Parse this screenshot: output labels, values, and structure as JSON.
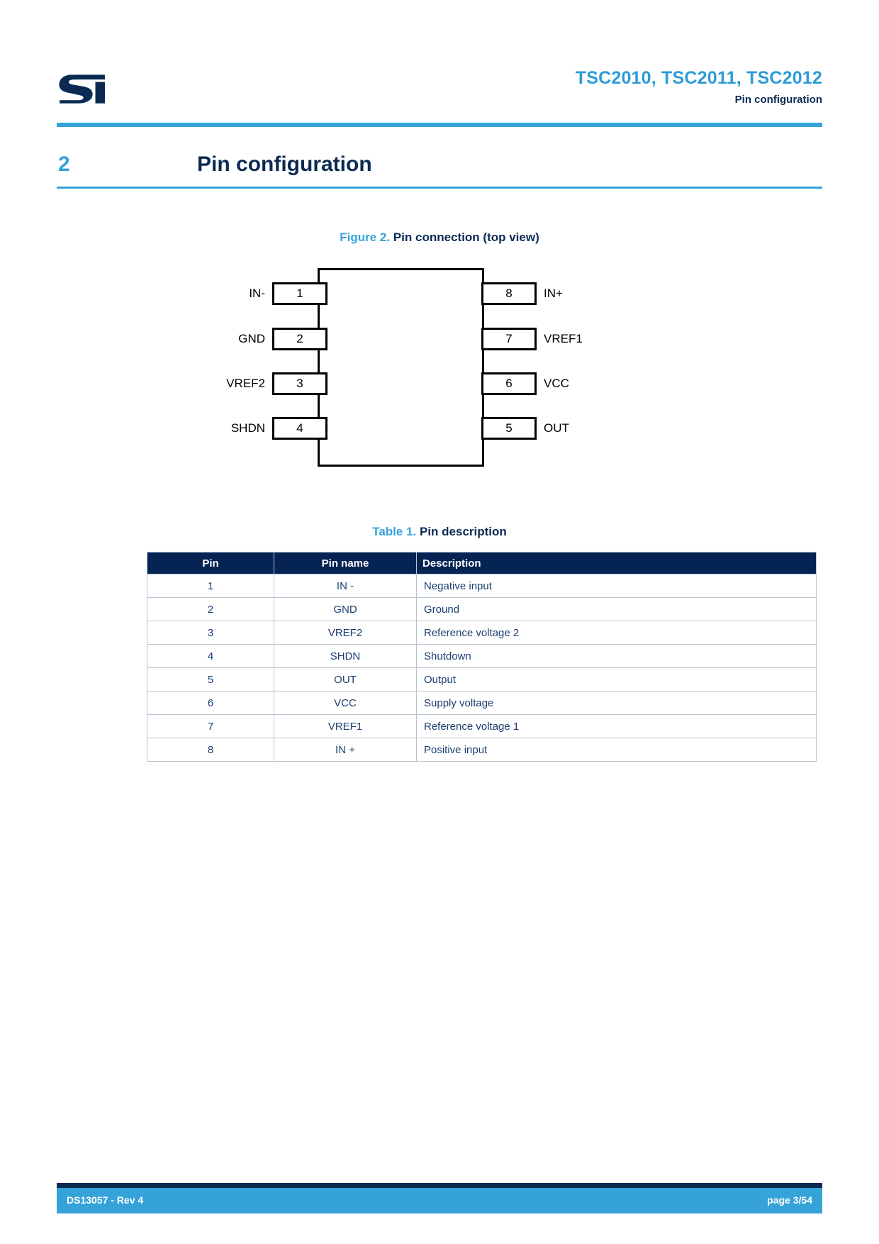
{
  "header": {
    "logo_name": "st-logo",
    "doc_title": "TSC2010, TSC2011, TSC2012",
    "section_title": "Pin configuration"
  },
  "section": {
    "number": "2",
    "title": "Pin configuration"
  },
  "figure": {
    "caption_label": "Figure 2.",
    "caption_text": "Pin connection (top view)",
    "left_pins": [
      {
        "number": "1",
        "label": "IN-"
      },
      {
        "number": "2",
        "label": "GND"
      },
      {
        "number": "3",
        "label": "VREF2"
      },
      {
        "number": "4",
        "label": "SHDN"
      }
    ],
    "right_pins": [
      {
        "number": "8",
        "label": "IN+"
      },
      {
        "number": "7",
        "label": "VREF1"
      },
      {
        "number": "6",
        "label": "VCC"
      },
      {
        "number": "5",
        "label": "OUT"
      }
    ]
  },
  "table": {
    "caption_label": "Table 1.",
    "caption_text": "Pin description",
    "columns": [
      "Pin",
      "Pin name",
      "Description"
    ],
    "rows": [
      {
        "pin": "1",
        "name": "IN -",
        "description": "Negative input"
      },
      {
        "pin": "2",
        "name": "GND",
        "description": "Ground"
      },
      {
        "pin": "3",
        "name": "VREF2",
        "description": "Reference voltage 2"
      },
      {
        "pin": "4",
        "name": "SHDN",
        "description": "Shutdown"
      },
      {
        "pin": "5",
        "name": "OUT",
        "description": "Output"
      },
      {
        "pin": "6",
        "name": "VCC",
        "description": "Supply voltage"
      },
      {
        "pin": "7",
        "name": "VREF1",
        "description": "Reference voltage 1"
      },
      {
        "pin": "8",
        "name": "IN +",
        "description": "Positive input"
      }
    ]
  },
  "footer": {
    "document_id": "DS13057 - Rev 4",
    "page_number": "page 3/54"
  },
  "colors": {
    "accent_light_blue": "#35a3d9",
    "accent_dark_navy": "#0b2a52",
    "table_header_bg": "#052454",
    "table_text": "#1b3f70",
    "table_border": "#b8c4d2"
  }
}
